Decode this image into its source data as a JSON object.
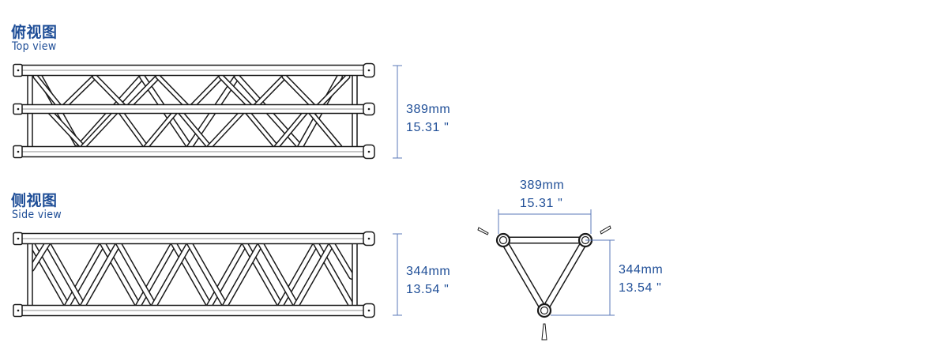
{
  "top_view": {
    "title_cn": "俯视图",
    "title_en": "Top view",
    "dim_mm": "389mm",
    "dim_in": "15.31 \""
  },
  "side_view": {
    "title_cn": "侧视图",
    "title_en": "Side view",
    "dim_mm": "344mm",
    "dim_in": "13.54 \""
  },
  "cross_section": {
    "width_mm": "389mm",
    "width_in": "15.31 \"",
    "height_mm": "344mm",
    "height_in": "13.54 \""
  },
  "colors": {
    "label": "#1f4e97",
    "dimension_line": "#5b7ab8",
    "drawing": "#1a1a1a"
  }
}
